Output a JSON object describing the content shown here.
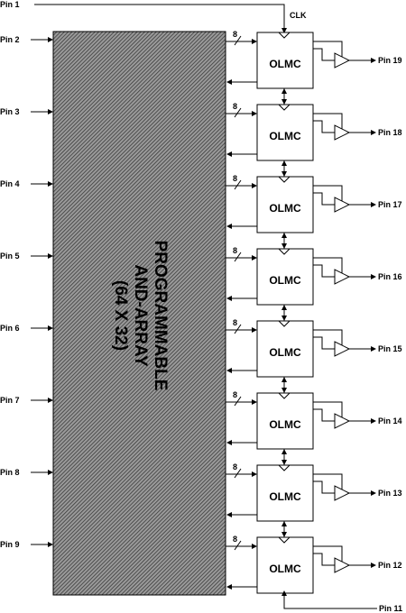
{
  "array": {
    "lines": [
      "PROGRAMMABLE",
      "AND-ARRAY",
      "(64 X 32)"
    ],
    "fill_colors": [
      "#3a3a3a",
      "#9a9a9a"
    ]
  },
  "clock": {
    "pin": "Pin 1",
    "label": "CLK"
  },
  "inputs": [
    "Pin 2",
    "Pin 3",
    "Pin 4",
    "Pin 5",
    "Pin 6",
    "Pin 7",
    "Pin 8",
    "Pin 9"
  ],
  "olmc_label": "OLMC",
  "bus_width": "8",
  "outputs": [
    "Pin 19",
    "Pin 18",
    "Pin 17",
    "Pin 16",
    "Pin 15",
    "Pin 14",
    "Pin 13",
    "Pin 12"
  ],
  "bottom_pin": "Pin 11"
}
